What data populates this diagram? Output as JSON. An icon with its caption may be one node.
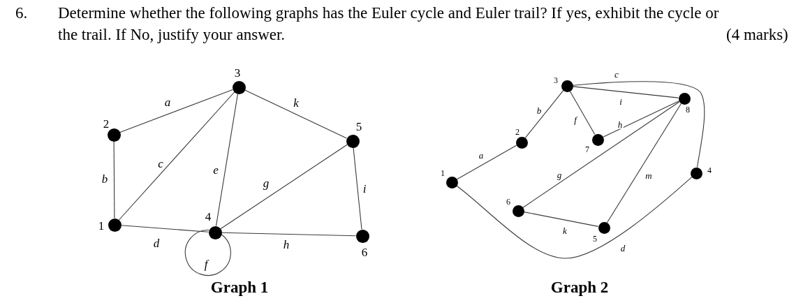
{
  "diagram": {
    "nodes": [
      {
        "text": [],
        "shape": "circle",
        "beside": [
          "1"
        ]
      },
      {
        "text": [],
        "shape": "circle",
        "beside": [
          "2"
        ]
      },
      {
        "text": [],
        "shape": "circle",
        "beside": [
          "3"
        ]
      },
      {
        "text": [],
        "shape": "circle",
        "beside": [
          "4"
        ]
      },
      {
        "text": [],
        "shape": "circle",
        "beside": [
          "5"
        ]
      },
      {
        "text": [],
        "shape": "circle",
        "beside": [
          "6"
        ]
      },
      {
        "text": [],
        "shape": "circle",
        "beside": [
          "1"
        ]
      },
      {
        "text": [],
        "shape": "circle",
        "beside": [
          "2"
        ]
      },
      {
        "text": [],
        "shape": "circle",
        "beside": [
          "3"
        ]
      },
      {
        "text": [],
        "shape": "circle",
        "beside": [
          "4"
        ]
      },
      {
        "text": [],
        "shape": "circle",
        "beside": [
          "5"
        ]
      },
      {
        "text": [],
        "shape": "circle",
        "beside": [
          "6"
        ]
      },
      {
        "text": [],
        "shape": "circle",
        "beside": [
          "7"
        ]
      },
      {
        "text": [],
        "shape": "circle",
        "beside": [
          "8"
        ]
      }
    ],
    "edges": [
      {
        "from": 1,
        "to": 2,
        "arrow": "none",
        "label": "a"
      },
      {
        "from": 0,
        "to": 1,
        "arrow": "none",
        "label": "b"
      },
      {
        "from": 0,
        "to": 2,
        "arrow": "none",
        "label": "c"
      },
      {
        "from": 0,
        "to": 3,
        "arrow": "none",
        "label": "d"
      },
      {
        "from": 3,
        "to": 2,
        "arrow": "none",
        "label": "e"
      },
      {
        "from": 3,
        "to": 3,
        "arrow": "none",
        "label": "f"
      },
      {
        "from": 3,
        "to": 4,
        "arrow": "none",
        "label": "g"
      },
      {
        "from": 3,
        "to": 5,
        "arrow": "none",
        "label": "h"
      },
      {
        "from": 4,
        "to": 5,
        "arrow": "none",
        "label": "i"
      },
      {
        "from": 2,
        "to": 4,
        "arrow": "none",
        "label": "k"
      },
      {
        "from": 6,
        "to": 7,
        "arrow": "none",
        "label": "a"
      },
      {
        "from": 7,
        "to": 8,
        "arrow": "none",
        "label": "b"
      },
      {
        "from": 8,
        "to": 9,
        "arrow": "none",
        "label": "c"
      },
      {
        "from": 8,
        "to": 13,
        "arrow": "none",
        "label": "i"
      },
      {
        "from": 8,
        "to": 12,
        "arrow": "none",
        "label": "f"
      },
      {
        "from": 12,
        "to": 13,
        "arrow": "none",
        "label": "h"
      },
      {
        "from": 11,
        "to": 13,
        "arrow": "none",
        "label": "g"
      },
      {
        "from": 10,
        "to": 13,
        "arrow": "none",
        "label": "m"
      },
      {
        "from": 11,
        "to": 10,
        "arrow": "none",
        "label": "k"
      },
      {
        "from": 6,
        "to": 9,
        "arrow": "none",
        "label": "d"
      }
    ],
    "labels": [
      "6.",
      "Determine whether the following graphs has the Euler cycle and Euler trail? If yes, exhibit the cycle or the trail. If No, justify your answer.",
      "(4 marks)",
      "Graph 1",
      "Graph 2"
    ]
  }
}
